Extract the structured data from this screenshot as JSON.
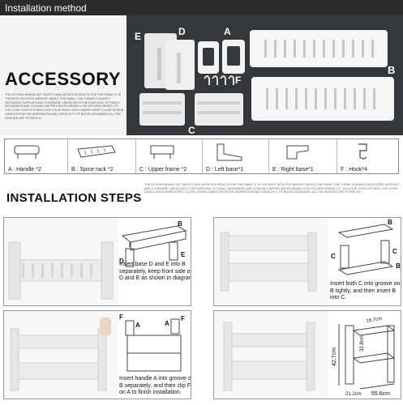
{
  "header": {
    "title": "Installation  method"
  },
  "accessory": {
    "title": "ACCESSORY",
    "description": "THE KITCHEN BRAND GET SAFETY AND NUTRITION HEALTH FOR THE FAMILY IT IS THE MOST INTUITIVE MEMORY ABOUT THE FAMILY THE THEME IS ALWAYS DEDICATED SUPPLIES AND COOKWARE LINKED WITH THE EVERYDAY OF FAMILY MOODINESS AND COOKING HAPPIES BLESS BRAND LOVE KITCHEN SERIES LET YOU LOVE YOUR KITCHEN LOVE YOUR FAMILY MUCH MORE EVERY CLOSE DESIGN COMES FROM THE INSPIRATION AND CREATIVITY OF BLESS DESIGNERS ALL THE DESIGNS ARE STORED IN",
    "photo_labels": {
      "e": "E",
      "d": "D",
      "a": "A",
      "f": "F",
      "b": "B",
      "c": "C"
    }
  },
  "parts": [
    {
      "label": "A : Handle *2",
      "icon": "handle-icon"
    },
    {
      "label": "B :  Spice rack *2",
      "icon": "spice-rack-icon"
    },
    {
      "label": "C :  Upper frame *2",
      "icon": "upper-frame-icon"
    },
    {
      "label": "D : Left base*1",
      "icon": "left-base-icon"
    },
    {
      "label": "E : Right base*1",
      "icon": "right-base-icon"
    },
    {
      "label": "F : Hook*4",
      "icon": "hook-icon"
    }
  ],
  "steps": {
    "title": "INSTALLATION STEPS",
    "description": "THE KITCHEN BRAND GET SAFETY AND NUTRITION HEALTH FOR THE FAMILY IT IS THE MOST INTUITIVE MEMORY ABOUT THE FAMILY THE THEME IS ALWAYS DEDICATED SUPPLIES AND COOKWARE LINKED WITH THE EVERYDAY OF FAMILY MOODINESS AND COOKING HAPPIES BLESS BRAND LOVE KITCHEN SERIES LET YOU LOVE YOUR KITCHEN LOVE YOUR FAMILY MUCH MORE EVERY CLOSE DESIGN COMES FROM THE INSPIRATION AND CREATIVITY OF BLESS DESIGNERS ALL THE DESIGNS ARE STORED IN",
    "step1": {
      "caption": "Insert base D and E into B separately, keep front side of D and E as shown in diagram.",
      "labels": {
        "b": "B",
        "d": "D",
        "e": "E"
      }
    },
    "step2": {
      "caption": "Insert both C into groove on B tightly, and then insert B into C.",
      "labels": {
        "b": "B",
        "b2": "B",
        "c": "C",
        "c2": "C"
      }
    },
    "step3": {
      "caption": "Insert handle A into groove on B separately, and then clip F on A to finish installation.",
      "labels": {
        "f1": "F",
        "a1": "A",
        "a2": "A",
        "f2": "F"
      }
    },
    "step4": {
      "dimensions": {
        "height": "42.7cm",
        "depth": "16.7cm",
        "inner": "32.8cm",
        "width": "55.6cm",
        "base": "21.2cm"
      }
    }
  }
}
